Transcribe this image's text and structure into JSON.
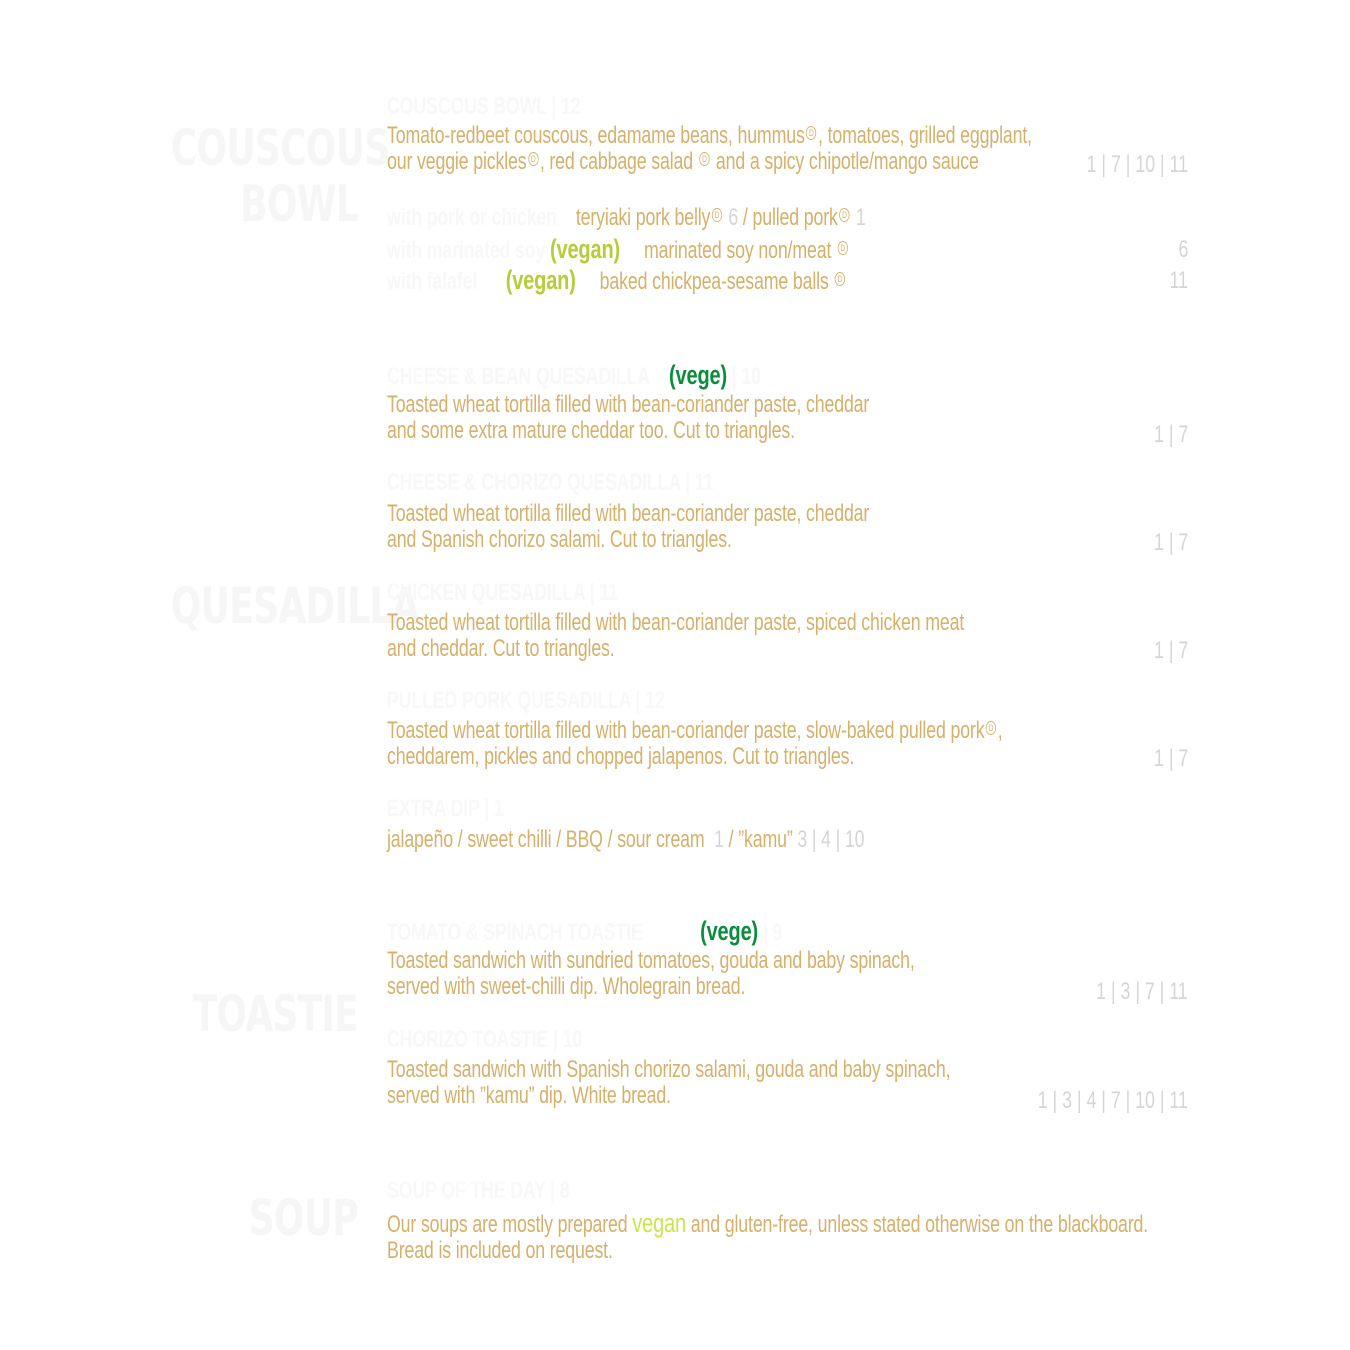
{
  "categories": {
    "couscous": "COUSCOUS BOWL",
    "quesadilla": "QUESADILLA",
    "toastie": "TOASTIE",
    "soup": "SOUP"
  },
  "icons": {
    "d_mark": "D"
  },
  "couscous_bowl": {
    "title": "COUSCOUS BOWL | 12",
    "desc_1": "Tomato-redbeet couscous, edamame beans, hummus",
    "desc_2": ", tomatoes, grilled eggplant,",
    "desc_3": "our veggie pickles",
    "desc_4": ", red cabbage salad",
    "desc_5": "and a spicy chipotle/mango sauce",
    "allergens": "1 | 7 | 10 | 11",
    "opt1_label": "with pork or chicken",
    "opt1_a": "teryiaki pork belly",
    "opt1_a_alg": "6",
    "opt1_sep": "/ pulled pork",
    "opt1_b_alg": "1",
    "opt2_label": "with marinated soy",
    "opt2_tag": "(vegan)",
    "opt2_text": "marinated soy non/meat",
    "opt2_alg": "6",
    "opt3_label": "with falafel",
    "opt3_tag": "(vegan)",
    "opt3_text": "baked chickpea-sesame balls",
    "opt3_alg": "11"
  },
  "quesadilla": {
    "q1_title": "CHEESE & BEAN QUESADILLA",
    "q1_tag": "(vege)",
    "q1_price": "| 10",
    "q1_desc_1": "Toasted wheat tortilla filled with bean-coriander paste, cheddar",
    "q1_desc_2": "and some extra mature cheddar too. Cut to triangles.",
    "q1_alg": "1 | 7",
    "q2_title": "CHEESE & CHORIZO QUESADILLA | 11",
    "q2_desc_1": "Toasted wheat tortilla filled with bean-coriander paste, cheddar",
    "q2_desc_2": "and Spanish chorizo salami. Cut to triangles.",
    "q2_alg": "1 | 7",
    "q3_title": "CHICKEN QUESADILLA | 11",
    "q3_desc_1": "Toasted wheat tortilla filled with bean-coriander paste, spiced chicken meat",
    "q3_desc_2": "and cheddar. Cut to triangles.",
    "q3_alg": "1 | 7",
    "q4_title": "PULLED PORK QUESADILLA | 12",
    "q4_desc_1": "Toasted wheat tortilla filled with bean-coriander paste, slow-baked pulled pork",
    "q4_desc_1b": ",",
    "q4_desc_2": "cheddarem, pickles and chopped jalapenos. Cut to triangles.",
    "q4_alg": "1 | 7",
    "dips_title": "EXTRA DIP | 1",
    "dips_text": "jalapeño / sweet  chilli / BBQ / sour cream",
    "dips_alg1": "1",
    "dips_kamu": "/ ”kamu”",
    "dips_alg2": "3 | 4 | 10"
  },
  "toastie": {
    "t1_title": "TOMATO & SPINACH TOASTIE",
    "t1_tag": "(vege)",
    "t1_price": "| 9",
    "t1_desc_1": "Toasted sandwich with sundried tomatoes, gouda and baby spinach,",
    "t1_desc_2": "served with sweet-chilli dip. Wholegrain bread.",
    "t1_alg": "1 | 3 | 7 | 11",
    "t2_title": "CHORIZO TOASTIE | 10",
    "t2_desc_1": "Toasted sandwich with Spanish chorizo salami, gouda and baby spinach,",
    "t2_desc_2": "served with ”kamu” dip. White bread.",
    "t2_alg": "1 | 3 | 4 | 7 | 10 | 11"
  },
  "soup": {
    "title": "SOUP OF THE DAY | 8",
    "desc_1a": "Our soups are mostly prepared",
    "desc_1b": "vegan",
    "desc_1c": "and gluten-free, unless stated otherwise on the blackboard.",
    "desc_2": "Bread is included on request."
  }
}
